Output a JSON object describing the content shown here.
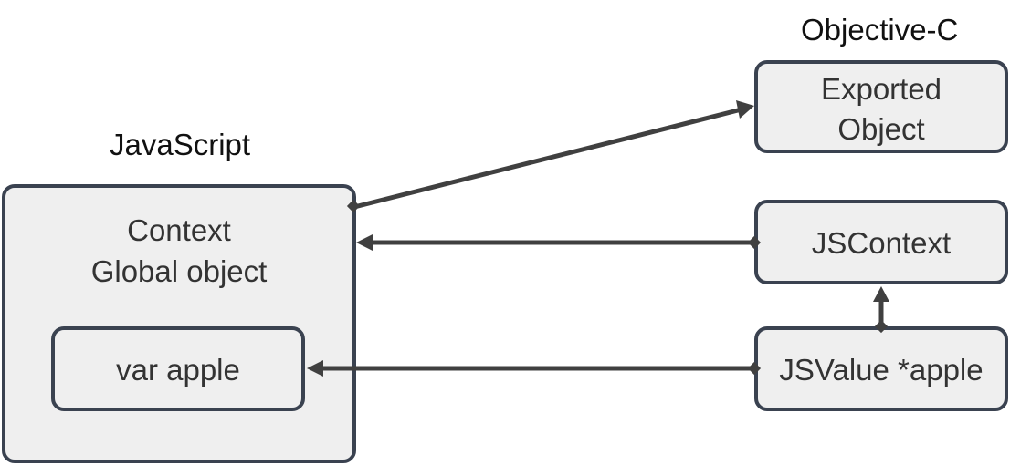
{
  "labels": {
    "objective_c": "Objective-C",
    "javascript": "JavaScript"
  },
  "boxes": {
    "context": {
      "line1": "Context",
      "line2": "Global object"
    },
    "var_apple": {
      "label": "var apple"
    },
    "exported_object": {
      "line1": "Exported",
      "line2": "Object"
    },
    "jscontext": {
      "label": "JSContext"
    },
    "jsvalue": {
      "label": "JSValue *apple"
    }
  },
  "colors": {
    "box_fill": "#efefef",
    "box_border": "#3a4250",
    "arrow": "#404040"
  }
}
